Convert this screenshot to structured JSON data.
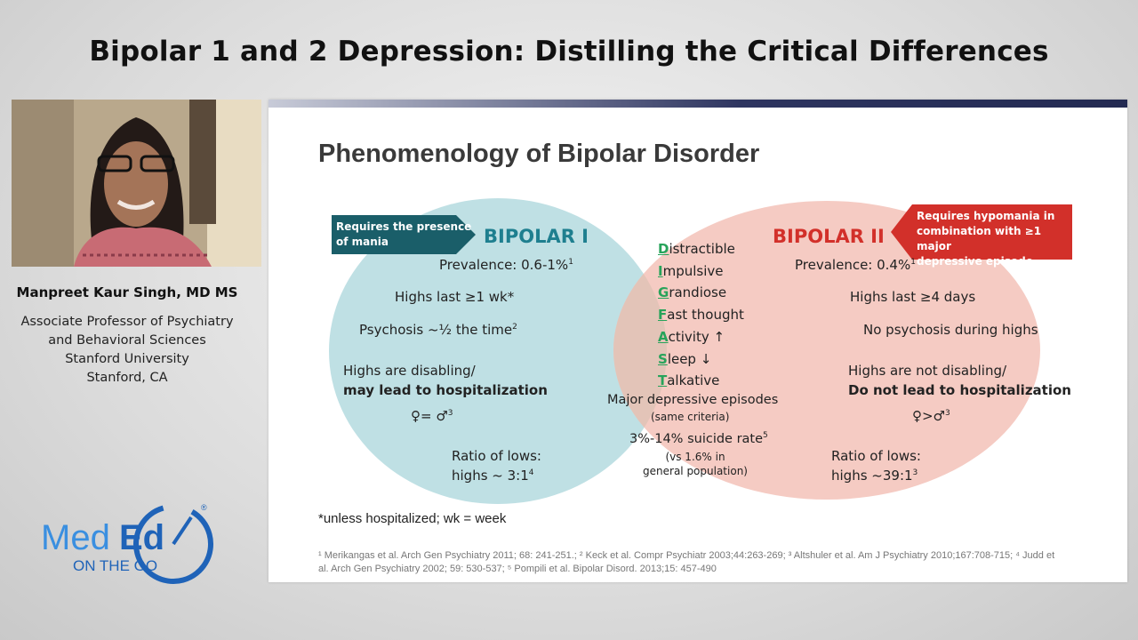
{
  "page_title": "Bipolar 1 and 2 Depression: Distilling the Critical Differences",
  "speaker": {
    "name": "Manpreet Kaur Singh, MD MS",
    "title_lines": [
      "Associate Professor of Psychiatry",
      "and Behavioral Sciences",
      "Stanford University",
      "Stanford, CA"
    ]
  },
  "logo": {
    "med": "Med",
    "ed": "Ed",
    "tagline": "ON THE GO",
    "mark": "®"
  },
  "colors": {
    "bipolar1": "#1e7f8f",
    "bipolar2": "#d2302a",
    "left_circle": "#bfe0e4",
    "right_circle": "#f5cbc3",
    "overlap": "#e6c4b8",
    "accent_green": "#27a35a"
  },
  "slide": {
    "heading": "Phenomenology of Bipolar Disorder",
    "left_tag": [
      "Requires the presence",
      "of mania"
    ],
    "right_tag": [
      "Requires hypomania in",
      "combination with ≥1 major",
      "depressive episode"
    ],
    "bipolar1": {
      "title": "BIPOLAR I",
      "prevalence": "Prevalence: 0.6-1%",
      "prevalence_ref": "1",
      "highs": "Highs last ≥1 wk*",
      "psychosis": "Psychosis ~½ the time",
      "psychosis_ref": "2",
      "disabling": "Highs are disabling/",
      "hospital": "may lead to hospitalization",
      "sex_ratio": "♀= ♂",
      "sex_ref": "3",
      "ratio_label": "Ratio of lows:",
      "ratio_value": "highs ~ 3:1",
      "ratio_ref": "4"
    },
    "bipolar2": {
      "title": "BIPOLAR II",
      "prevalence": "Prevalence: 0.4%",
      "prevalence_ref": "1",
      "highs": "Highs last ≥4 days",
      "psychosis": "No psychosis during highs",
      "disabling": "Highs are not disabling/",
      "hospital": "Do not lead to hospitalization",
      "sex_ratio": "♀>♂",
      "sex_ref": "3",
      "ratio_label": "Ratio of lows:",
      "ratio_value": "highs ~39:1",
      "ratio_ref": "3"
    },
    "shared": {
      "digfast": [
        {
          "letter": "D",
          "rest": "istractible"
        },
        {
          "letter": "I",
          "rest": "mpulsive"
        },
        {
          "letter": "G",
          "rest": "randiose"
        },
        {
          "letter": "F",
          "rest": "ast thought"
        },
        {
          "letter": "A",
          "rest": "ctivity ↑"
        },
        {
          "letter": "S",
          "rest": "leep ↓"
        },
        {
          "letter": "T",
          "rest": "alkative"
        }
      ],
      "mde": "Major depressive episodes",
      "mde_note": "(same criteria)",
      "suicide": "3%-14% suicide rate",
      "suicide_ref": "5",
      "suicide_note1": "(vs 1.6% in",
      "suicide_note2": "general population)"
    },
    "note": "*unless hospitalized; wk = week",
    "references": "¹ Merikangas et al. Arch Gen Psychiatry 2011; 68: 241-251.; ² Keck et al. Compr Psychiatr 2003;44:263-269; ³ Altshuler et al. Am J Psychiatry 2010;167:708-715; ⁴ Judd et al. Arch Gen Psychiatry 2002; 59: 530-537; ⁵ Pompili et al. Bipolar Disord. 2013;15: 457-490"
  }
}
